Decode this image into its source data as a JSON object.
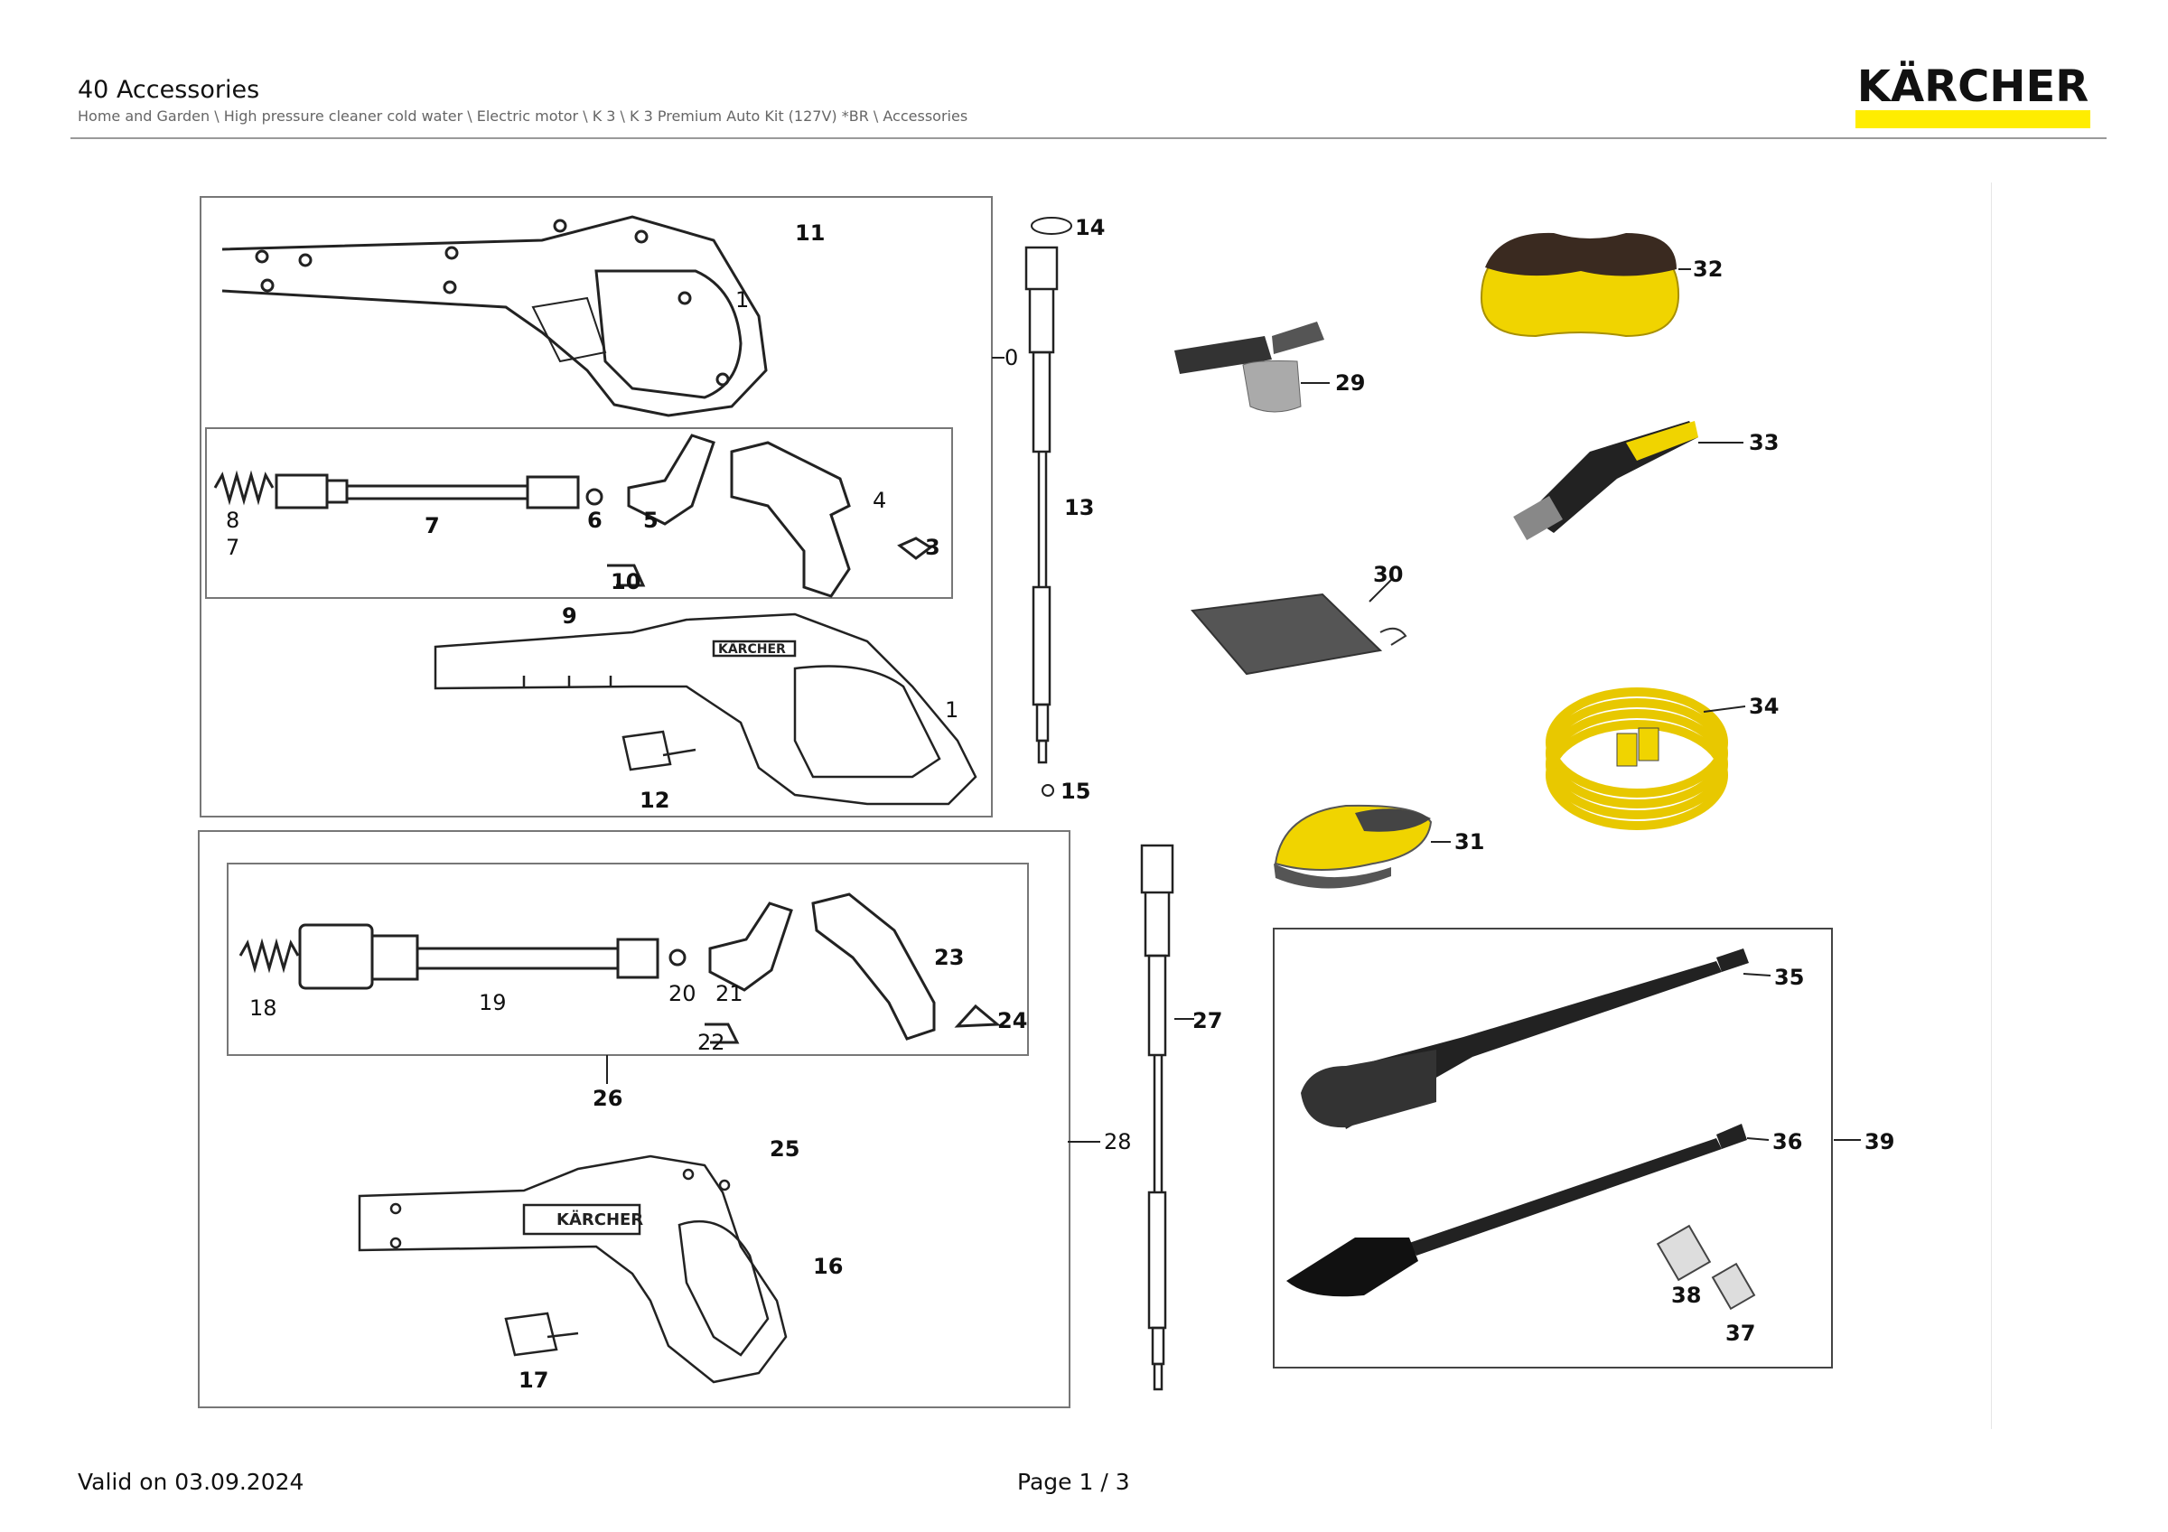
{
  "header": {
    "title": "40 Accessories",
    "breadcrumb": "Home and Garden \\ High pressure cleaner cold water \\ Electric motor \\ K 3 \\ K 3 Premium Auto Kit (127V) *BR \\ Accessories",
    "logo_text": "KÄRCHER",
    "logo_color": "#ffed00"
  },
  "diagram": {
    "callouts": [
      "0",
      "1",
      "3",
      "4",
      "5",
      "6",
      "7",
      "8",
      "9",
      "10",
      "11",
      "12",
      "13",
      "14",
      "15",
      "16",
      "17",
      "18",
      "19",
      "20",
      "21",
      "22",
      "23",
      "24",
      "25",
      "26",
      "27",
      "28",
      "29",
      "30",
      "31",
      "32",
      "33",
      "34",
      "35",
      "36",
      "37",
      "38",
      "39"
    ],
    "gun_logo_text": "KÄRCHER"
  },
  "footer": {
    "valid_on": "Valid on 03.09.2024",
    "page": "Page 1 / 3"
  }
}
